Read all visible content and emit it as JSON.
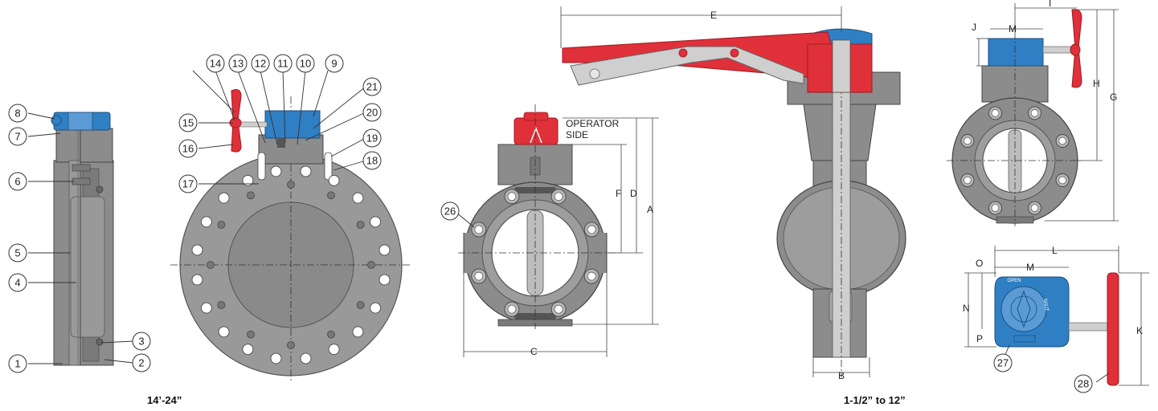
{
  "captions": {
    "left": "14’-24”",
    "right": "1-1/2” to 12”"
  },
  "operator_side": [
    "OPERATOR",
    "SIDE"
  ],
  "callouts": [
    "1",
    "2",
    "3",
    "4",
    "5",
    "6",
    "7",
    "8",
    "9",
    "10",
    "11",
    "12",
    "13",
    "14",
    "15",
    "16",
    "17",
    "18",
    "19",
    "20",
    "21",
    "26",
    "27",
    "28"
  ],
  "dimensions": [
    "A",
    "B",
    "C",
    "D",
    "E",
    "F",
    "G",
    "H",
    "I",
    "J",
    "K",
    "L",
    "M",
    "N",
    "O",
    "P"
  ],
  "indicator": {
    "open": "OPEN",
    "shut": "SHUT"
  },
  "colors": {
    "body": "#8c8c8c",
    "body_light": "#a6a6a6",
    "body_dark": "#6e6e6e",
    "operator_blue": "#2f7fc4",
    "handle_red": "#e0303a",
    "lever_gray": "#cfcfcf"
  }
}
